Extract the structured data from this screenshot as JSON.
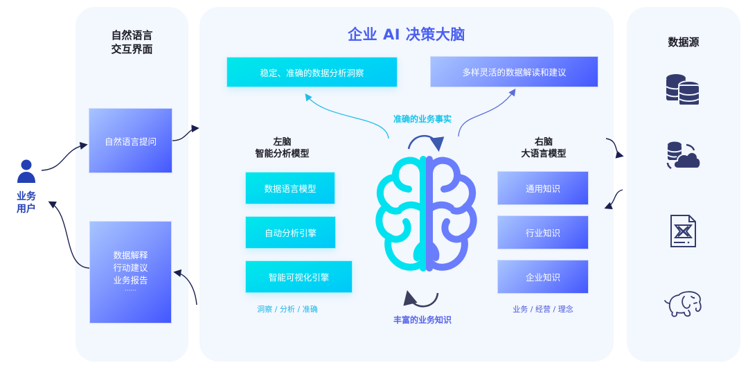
{
  "user": {
    "label_line1": "业务",
    "label_line2": "用户",
    "icon": "user-icon"
  },
  "left_panel": {
    "heading_line1": "自然语言",
    "heading_line2": "交互界面",
    "input_box": "自然语言提问",
    "output_box": {
      "line1": "数据解释",
      "line2": "行动建议",
      "line3": "业务报告",
      "line4": "······"
    }
  },
  "center_panel": {
    "title": "企业 AI 决策大脑",
    "top_left_box": "稳定、准确的数据分析洞察",
    "top_right_box": "多样灵活的数据解读和建议",
    "top_caption": "准确的业务事实",
    "bottom_caption": "丰富的业务知识",
    "left_brain": {
      "heading_line1": "左脑",
      "heading_line2": "智能分析模型",
      "items": [
        "数据语言模型",
        "自动分析引擎",
        "智能可视化引擎"
      ],
      "caption": "洞察 / 分析 / 准确"
    },
    "right_brain": {
      "heading_line1": "右脑",
      "heading_line2": "大语言模型",
      "items": [
        "通用知识",
        "行业知识",
        "企业知识"
      ],
      "caption": "业务 / 经营 / 理念"
    },
    "brain_icon": "brain-icon"
  },
  "right_panel": {
    "heading": "数据源",
    "icons": [
      "database-icon",
      "cloud-database-icon",
      "excel-file-icon",
      "hadoop-elephant-icon"
    ]
  },
  "colors": {
    "panel_bg": "#f3f7fe",
    "title_blue": "#4a5ff0",
    "cyan": "#00e5ee",
    "brain_right": "#6a7dfc",
    "icon_navy": "#333b6e",
    "arrow_navy": "#1a1f4e"
  }
}
